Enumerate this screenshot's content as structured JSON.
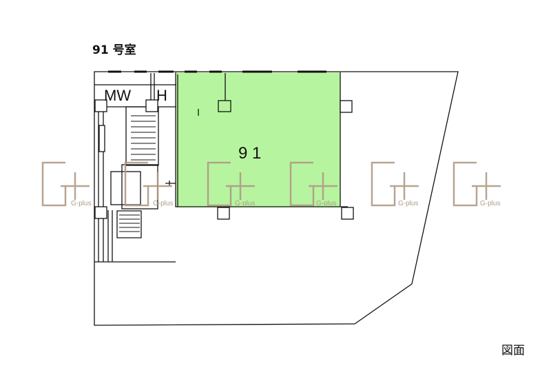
{
  "page": {
    "room_title": "91 号室",
    "legend": "図面"
  },
  "floor": {
    "unit_label": "9 1",
    "mw_label": "MW",
    "h_label": "H"
  },
  "watermark": {
    "text": "G-plus",
    "count": 6
  },
  "colors": {
    "unit_fill": "#b7f4a0",
    "line": "#111111",
    "watermark": "#b09a85"
  }
}
